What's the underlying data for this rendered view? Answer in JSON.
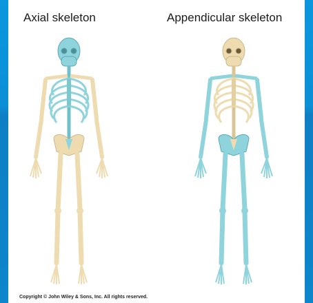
{
  "panels": {
    "axial": {
      "title": "Axial skeleton"
    },
    "appendicular": {
      "title": "Appendicular skeleton"
    }
  },
  "colors": {
    "bone_beige": "#eedcb0",
    "bone_blue": "#8fd4dc",
    "background_blue": "#0b8fd6"
  },
  "footer": {
    "copyright": "Copyright © John Wiley & Sons, Inc. All rights reserved."
  }
}
